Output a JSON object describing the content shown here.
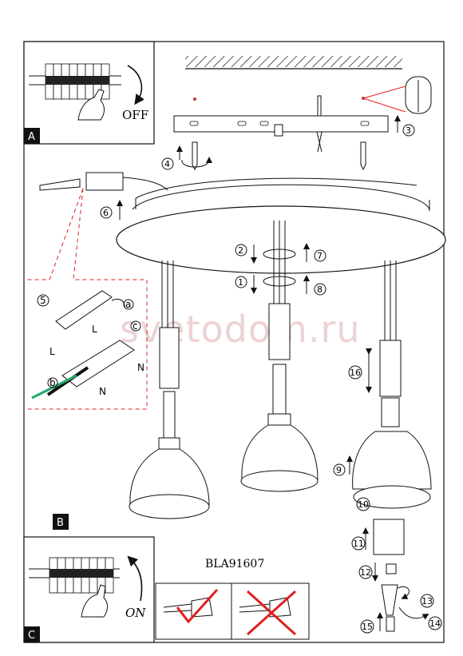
{
  "model": "BLA91607",
  "watermark": "svetodom.ru",
  "panels": {
    "a": {
      "tag": "A",
      "switch_label": "OFF"
    },
    "b": {
      "tag": "B"
    },
    "c": {
      "tag": "C",
      "switch_label": "ON"
    }
  },
  "wiring": {
    "step": "5",
    "marker_a": "a",
    "marker_c": "c",
    "marker_b": "b",
    "wire_l": "L",
    "wire_n": "N"
  },
  "steps": [
    "3",
    "4",
    "6",
    "2",
    "7",
    "1",
    "8",
    "16",
    "9",
    "10",
    "11",
    "12",
    "13",
    "14",
    "15"
  ],
  "colors": {
    "line": "#111111",
    "dash": "#e02020",
    "cross": "#e02020",
    "watermark": "#ecd3d3"
  },
  "icons": [
    "switch-panel-icon",
    "hand-icon",
    "rotate-arrow-icon",
    "wall-plug-icon",
    "screw-icon",
    "junction-box-icon",
    "terminal-block-icon",
    "lamp-shade-icon",
    "bulb-icon",
    "check-icon",
    "cross-icon"
  ]
}
